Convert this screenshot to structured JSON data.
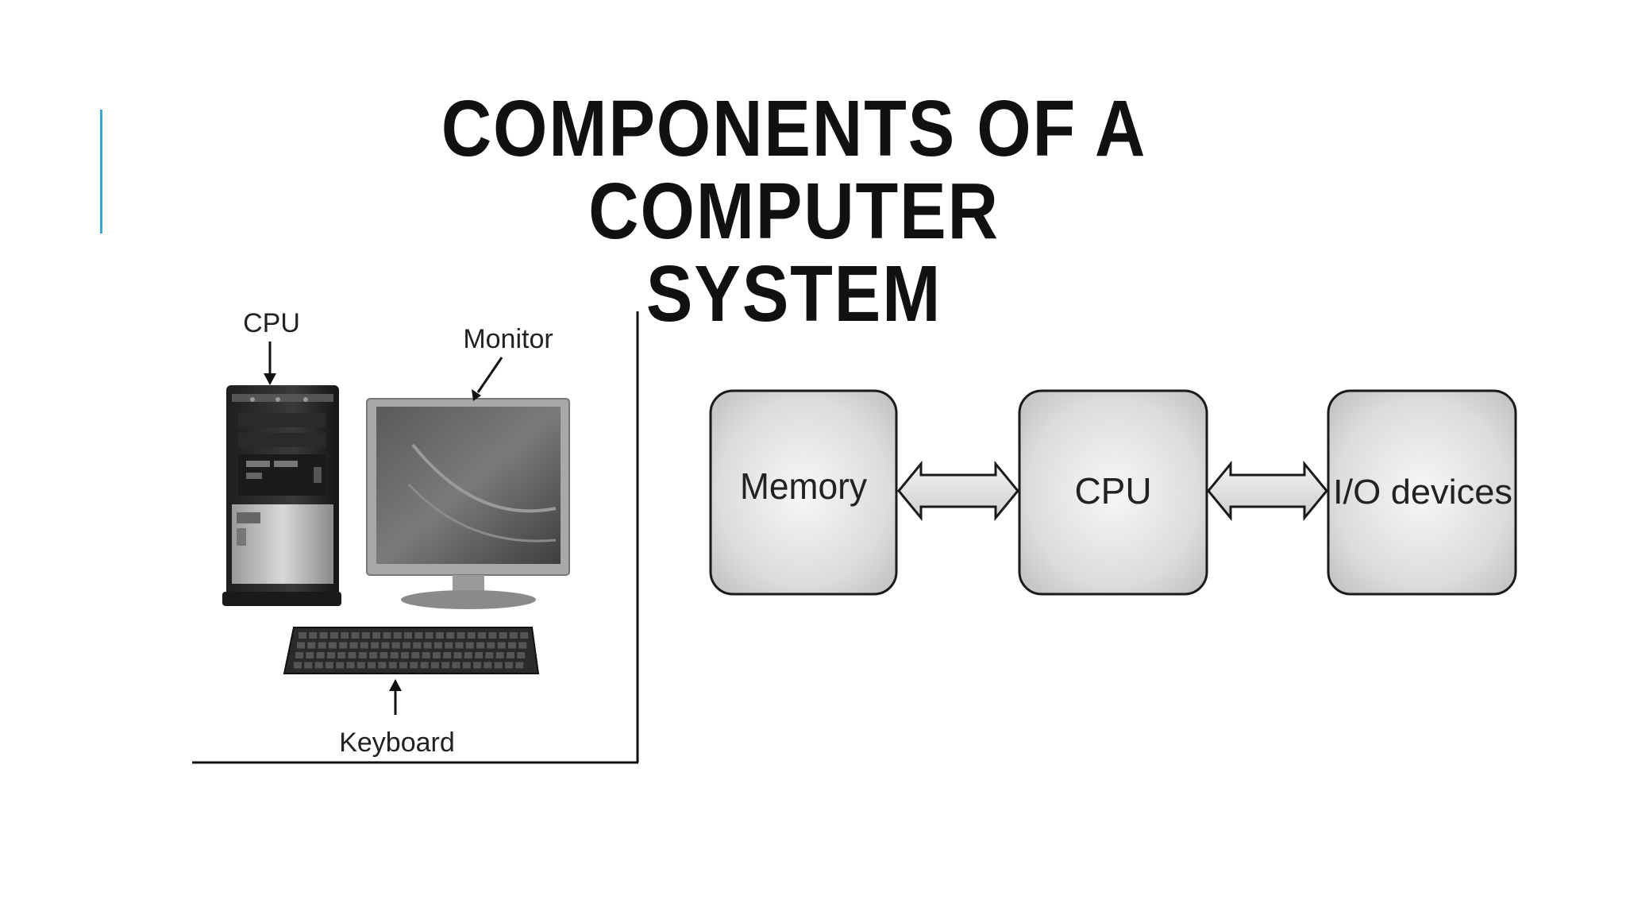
{
  "slide": {
    "title_line1": "COMPONENTS OF A COMPUTER",
    "title_line2": "SYSTEM",
    "accent_color": "#3aa6d4"
  },
  "hardware_illustration": {
    "labels": {
      "cpu": "CPU",
      "monitor": "Monitor",
      "keyboard": "Keyboard"
    }
  },
  "block_diagram": {
    "blocks": {
      "memory": "Memory",
      "cpu": "CPU",
      "io": "I/O devices"
    },
    "connections": [
      "Memory ↔ CPU",
      "CPU ↔ I/O devices"
    ]
  }
}
